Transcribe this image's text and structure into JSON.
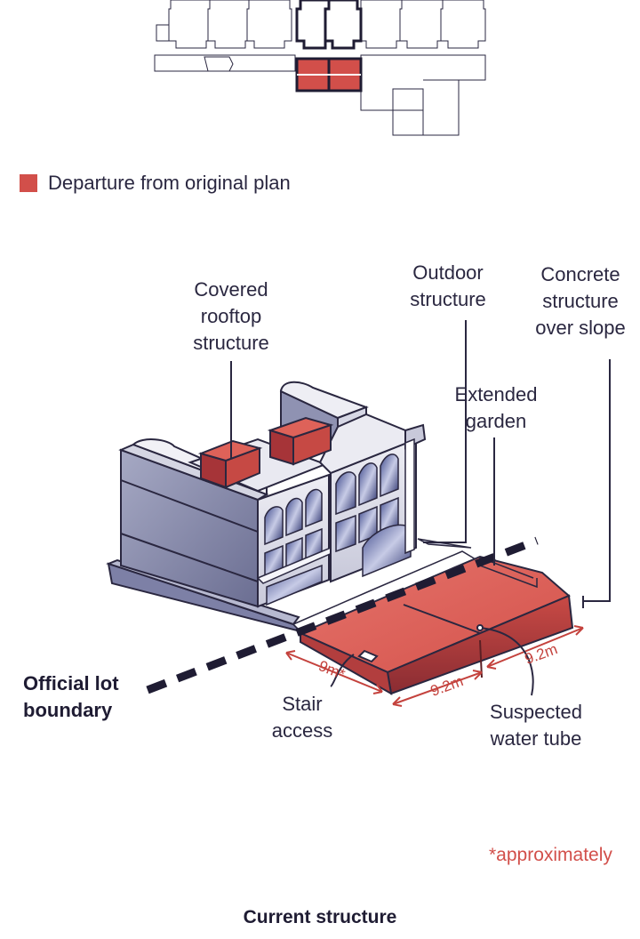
{
  "legend": {
    "label": "Departure from original plan",
    "color": "#d24f4a"
  },
  "labels": {
    "covered_rooftop": "Covered\nrooftop\nstructure",
    "outdoor_structure": "Outdoor\nstructure",
    "concrete_structure": "Concrete\nstructure\nover slope",
    "extended_garden": "Extended\ngarden",
    "official_lot_boundary": "Official lot\nboundary",
    "stair_access": "Stair\naccess",
    "suspected_water_tube": "Suspected\nwater tube"
  },
  "dimensions": {
    "left": "9m*",
    "front": "9.2m",
    "right": "9.2m"
  },
  "footnote": "*approximately",
  "caption": "Current structure",
  "colors": {
    "accent": "#d24f4a",
    "ink": "#2a2740",
    "building": "#8c8fae"
  }
}
